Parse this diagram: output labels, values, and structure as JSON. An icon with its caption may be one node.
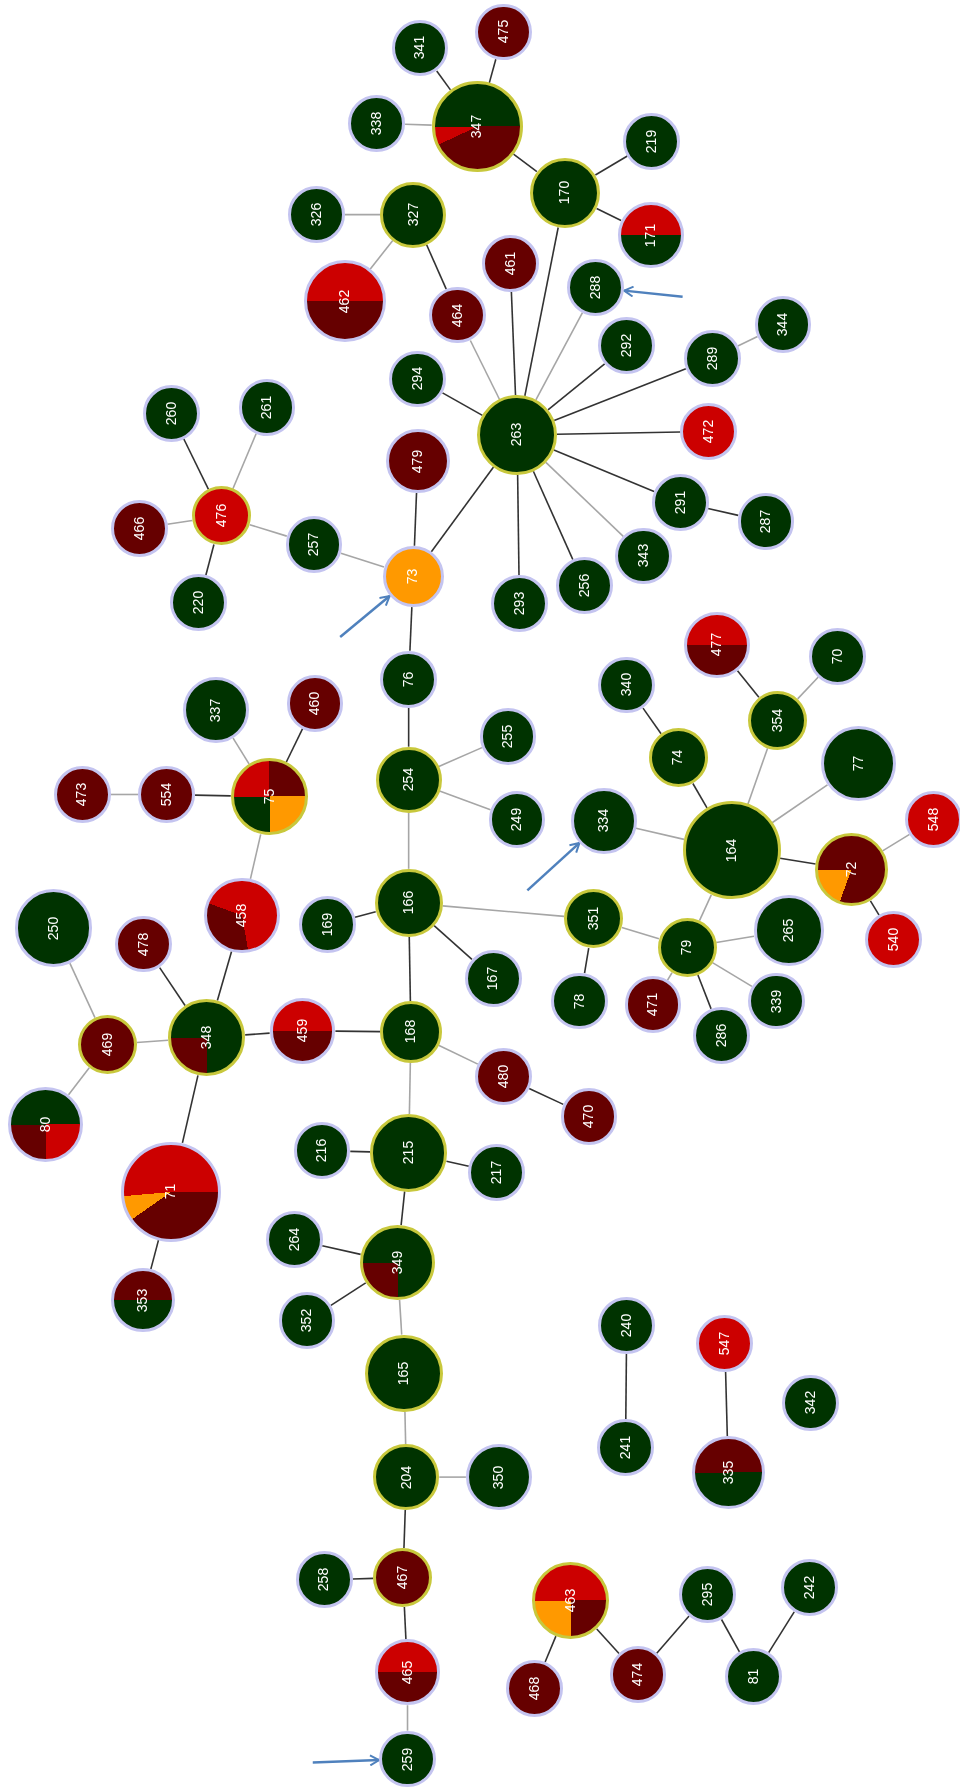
{
  "diagram": {
    "nodes": [
      {
        "text": [
          "341"
        ]
      },
      {
        "text": [
          "475"
        ]
      },
      {
        "text": [
          "338"
        ]
      },
      {
        "text": [
          "347"
        ]
      },
      {
        "text": [
          "219"
        ]
      },
      {
        "text": [
          "170"
        ]
      },
      {
        "text": [
          "171"
        ]
      },
      {
        "text": [
          "326"
        ]
      },
      {
        "text": [
          "327"
        ]
      },
      {
        "text": [
          "462"
        ]
      },
      {
        "text": [
          "461"
        ]
      },
      {
        "text": [
          "288"
        ]
      },
      {
        "text": [
          "464"
        ]
      },
      {
        "text": [
          "292"
        ]
      },
      {
        "text": [
          "289"
        ]
      },
      {
        "text": [
          "344"
        ]
      },
      {
        "text": [
          "294"
        ]
      },
      {
        "text": [
          "263"
        ]
      },
      {
        "text": [
          "472"
        ]
      },
      {
        "text": [
          "260"
        ]
      },
      {
        "text": [
          "261"
        ]
      },
      {
        "text": [
          "476"
        ]
      },
      {
        "text": [
          "466"
        ]
      },
      {
        "text": [
          "479"
        ]
      },
      {
        "text": [
          "291"
        ]
      },
      {
        "text": [
          "287"
        ]
      },
      {
        "text": [
          "257"
        ]
      },
      {
        "text": [
          "73"
        ]
      },
      {
        "text": [
          "220"
        ]
      },
      {
        "text": [
          "343"
        ]
      },
      {
        "text": [
          "293"
        ]
      },
      {
        "text": [
          "256"
        ]
      },
      {
        "text": [
          "477"
        ]
      },
      {
        "text": [
          "340"
        ]
      },
      {
        "text": [
          "70"
        ]
      },
      {
        "text": [
          "76"
        ]
      },
      {
        "text": [
          "337"
        ]
      },
      {
        "text": [
          "460"
        ]
      },
      {
        "text": [
          "354"
        ]
      },
      {
        "text": [
          "74"
        ]
      },
      {
        "text": [
          "77"
        ]
      },
      {
        "text": [
          "255"
        ]
      },
      {
        "text": [
          "473"
        ]
      },
      {
        "text": [
          "554"
        ]
      },
      {
        "text": [
          "75"
        ]
      },
      {
        "text": [
          "254"
        ]
      },
      {
        "text": [
          "334"
        ]
      },
      {
        "text": [
          "249"
        ]
      },
      {
        "text": [
          "164"
        ]
      },
      {
        "text": [
          "548"
        ]
      },
      {
        "text": [
          "72"
        ]
      },
      {
        "text": [
          "250"
        ]
      },
      {
        "text": [
          "478"
        ]
      },
      {
        "text": [
          "458"
        ]
      },
      {
        "text": [
          "169"
        ]
      },
      {
        "text": [
          "166"
        ]
      },
      {
        "text": [
          "351"
        ]
      },
      {
        "text": [
          "265"
        ]
      },
      {
        "text": [
          "540"
        ]
      },
      {
        "text": [
          "79"
        ]
      },
      {
        "text": [
          "167"
        ]
      },
      {
        "text": [
          "469"
        ]
      },
      {
        "text": [
          "348"
        ]
      },
      {
        "text": [
          "459"
        ]
      },
      {
        "text": [
          "168"
        ]
      },
      {
        "text": [
          "78"
        ]
      },
      {
        "text": [
          "339"
        ]
      },
      {
        "text": [
          "471"
        ]
      },
      {
        "text": [
          "286"
        ]
      },
      {
        "text": [
          "80"
        ]
      },
      {
        "text": [
          "480"
        ]
      },
      {
        "text": [
          "470"
        ]
      },
      {
        "text": [
          "71"
        ]
      },
      {
        "text": [
          "216"
        ]
      },
      {
        "text": [
          "215"
        ]
      },
      {
        "text": [
          "217"
        ]
      },
      {
        "text": [
          "264"
        ]
      },
      {
        "text": [
          "349"
        ]
      },
      {
        "text": [
          "352"
        ]
      },
      {
        "text": [
          "353"
        ]
      },
      {
        "text": [
          "165"
        ]
      },
      {
        "text": [
          "240"
        ]
      },
      {
        "text": [
          "547"
        ]
      },
      {
        "text": [
          "342"
        ]
      },
      {
        "text": [
          "241"
        ]
      },
      {
        "text": [
          "335"
        ]
      },
      {
        "text": [
          "204"
        ]
      },
      {
        "text": [
          "350"
        ]
      },
      {
        "text": [
          "258"
        ]
      },
      {
        "text": [
          "467"
        ]
      },
      {
        "text": [
          "463"
        ]
      },
      {
        "text": [
          "295"
        ]
      },
      {
        "text": [
          "242"
        ]
      },
      {
        "text": [
          "468"
        ]
      },
      {
        "text": [
          "474"
        ]
      },
      {
        "text": [
          "81"
        ]
      },
      {
        "text": [
          "465"
        ]
      },
      {
        "text": [
          "259"
        ]
      }
    ],
    "edges": [
      {
        "from": 0,
        "to": 3,
        "arrow": "none"
      },
      {
        "from": 1,
        "to": 3,
        "arrow": "none"
      },
      {
        "from": 2,
        "to": 3,
        "arrow": "none",
        "color": "#a6a6a6"
      },
      {
        "from": 3,
        "to": 5,
        "arrow": "none"
      },
      {
        "from": 4,
        "to": 5,
        "arrow": "none"
      },
      {
        "from": 5,
        "to": 6,
        "arrow": "none"
      },
      {
        "from": 5,
        "to": 17,
        "arrow": "none"
      },
      {
        "from": 7,
        "to": 8,
        "arrow": "none",
        "color": "#a6a6a6"
      },
      {
        "from": 8,
        "to": 9,
        "arrow": "none",
        "color": "#a6a6a6"
      },
      {
        "from": 8,
        "to": 12,
        "arrow": "none"
      },
      {
        "from": 12,
        "to": 17,
        "arrow": "none",
        "color": "#a6a6a6"
      },
      {
        "from": 10,
        "to": 17,
        "arrow": "none"
      },
      {
        "from": 11,
        "to": 17,
        "arrow": "none",
        "color": "#a6a6a6"
      },
      {
        "from": 13,
        "to": 17,
        "arrow": "none"
      },
      {
        "from": 14,
        "to": 17,
        "arrow": "none"
      },
      {
        "from": 15,
        "to": 14,
        "arrow": "none",
        "color": "#a6a6a6"
      },
      {
        "from": 16,
        "to": 17,
        "arrow": "none"
      },
      {
        "from": 18,
        "to": 17,
        "arrow": "none"
      },
      {
        "from": 24,
        "to": 17,
        "arrow": "none"
      },
      {
        "from": 24,
        "to": 25,
        "arrow": "none"
      },
      {
        "from": 29,
        "to": 17,
        "arrow": "none",
        "color": "#a6a6a6"
      },
      {
        "from": 31,
        "to": 17,
        "arrow": "none"
      },
      {
        "from": 30,
        "to": 17,
        "arrow": "none"
      },
      {
        "from": 17,
        "to": 27,
        "arrow": "none"
      },
      {
        "from": 23,
        "to": 27,
        "arrow": "none"
      },
      {
        "from": 26,
        "to": 27,
        "arrow": "none",
        "color": "#a6a6a6"
      },
      {
        "from": 21,
        "to": 26,
        "arrow": "none",
        "color": "#a6a6a6"
      },
      {
        "from": 19,
        "to": 21,
        "arrow": "none"
      },
      {
        "from": 20,
        "to": 21,
        "arrow": "none",
        "color": "#a6a6a6"
      },
      {
        "from": 22,
        "to": 21,
        "arrow": "none",
        "color": "#a6a6a6"
      },
      {
        "from": 28,
        "to": 21,
        "arrow": "none"
      },
      {
        "from": 27,
        "to": 35,
        "arrow": "none"
      },
      {
        "from": 35,
        "to": 45,
        "arrow": "none"
      },
      {
        "from": 45,
        "to": 41,
        "arrow": "none",
        "color": "#a6a6a6"
      },
      {
        "from": 45,
        "to": 47,
        "arrow": "none",
        "color": "#a6a6a6"
      },
      {
        "from": 45,
        "to": 55,
        "arrow": "none",
        "color": "#a6a6a6"
      },
      {
        "from": 55,
        "to": 54,
        "arrow": "none"
      },
      {
        "from": 55,
        "to": 60,
        "arrow": "none"
      },
      {
        "from": 55,
        "to": 56,
        "arrow": "none",
        "color": "#a6a6a6"
      },
      {
        "from": 55,
        "to": 64,
        "arrow": "none"
      },
      {
        "from": 56,
        "to": 65,
        "arrow": "none"
      },
      {
        "from": 56,
        "to": 59,
        "arrow": "none",
        "color": "#a6a6a6"
      },
      {
        "from": 59,
        "to": 48,
        "arrow": "none",
        "color": "#a6a6a6"
      },
      {
        "from": 59,
        "to": 57,
        "arrow": "none",
        "color": "#a6a6a6"
      },
      {
        "from": 59,
        "to": 66,
        "arrow": "none",
        "color": "#a6a6a6"
      },
      {
        "from": 59,
        "to": 68,
        "arrow": "none"
      },
      {
        "from": 59,
        "to": 67,
        "arrow": "none",
        "color": "#a6a6a6"
      },
      {
        "from": 46,
        "to": 48,
        "arrow": "none",
        "color": "#a6a6a6"
      },
      {
        "from": 39,
        "to": 48,
        "arrow": "none"
      },
      {
        "from": 33,
        "to": 39,
        "arrow": "none"
      },
      {
        "from": 38,
        "to": 48,
        "arrow": "none",
        "color": "#a6a6a6"
      },
      {
        "from": 32,
        "to": 38,
        "arrow": "none"
      },
      {
        "from": 34,
        "to": 38,
        "arrow": "none",
        "color": "#a6a6a6"
      },
      {
        "from": 40,
        "to": 48,
        "arrow": "none",
        "color": "#a6a6a6"
      },
      {
        "from": 48,
        "to": 50,
        "arrow": "none"
      },
      {
        "from": 49,
        "to": 50,
        "arrow": "none",
        "color": "#a6a6a6"
      },
      {
        "from": 58,
        "to": 50,
        "arrow": "none"
      },
      {
        "from": 37,
        "to": 44,
        "arrow": "none"
      },
      {
        "from": 36,
        "to": 44,
        "arrow": "none",
        "color": "#a6a6a6"
      },
      {
        "from": 43,
        "to": 44,
        "arrow": "none"
      },
      {
        "from": 42,
        "to": 43,
        "arrow": "none",
        "color": "#a6a6a6"
      },
      {
        "from": 44,
        "to": 53,
        "arrow": "none",
        "color": "#a6a6a6"
      },
      {
        "from": 53,
        "to": 62,
        "arrow": "none"
      },
      {
        "from": 52,
        "to": 62,
        "arrow": "none"
      },
      {
        "from": 61,
        "to": 62,
        "arrow": "none",
        "color": "#a6a6a6"
      },
      {
        "from": 51,
        "to": 61,
        "arrow": "none",
        "color": "#a6a6a6"
      },
      {
        "from": 69,
        "to": 61,
        "arrow": "none",
        "color": "#a6a6a6"
      },
      {
        "from": 62,
        "to": 63,
        "arrow": "none"
      },
      {
        "from": 63,
        "to": 64,
        "arrow": "none"
      },
      {
        "from": 62,
        "to": 72,
        "arrow": "none"
      },
      {
        "from": 72,
        "to": 79,
        "arrow": "none"
      },
      {
        "from": 64,
        "to": 70,
        "arrow": "none",
        "color": "#a6a6a6"
      },
      {
        "from": 70,
        "to": 71,
        "arrow": "none"
      },
      {
        "from": 64,
        "to": 74,
        "arrow": "none",
        "color": "#a6a6a6"
      },
      {
        "from": 73,
        "to": 74,
        "arrow": "none"
      },
      {
        "from": 74,
        "to": 75,
        "arrow": "none"
      },
      {
        "from": 74,
        "to": 77,
        "arrow": "none"
      },
      {
        "from": 76,
        "to": 77,
        "arrow": "none"
      },
      {
        "from": 78,
        "to": 77,
        "arrow": "none"
      },
      {
        "from": 77,
        "to": 80,
        "arrow": "none",
        "color": "#a6a6a6"
      },
      {
        "from": 80,
        "to": 86,
        "arrow": "none",
        "color": "#a6a6a6"
      },
      {
        "from": 86,
        "to": 87,
        "arrow": "none",
        "color": "#a6a6a6"
      },
      {
        "from": 86,
        "to": 89,
        "arrow": "none"
      },
      {
        "from": 88,
        "to": 89,
        "arrow": "none"
      },
      {
        "from": 89,
        "to": 96,
        "arrow": "none"
      },
      {
        "from": 96,
        "to": 97,
        "arrow": "none",
        "color": "#a6a6a6"
      },
      {
        "from": 81,
        "to": 84,
        "arrow": "none"
      },
      {
        "from": 82,
        "to": 85,
        "arrow": "none"
      },
      {
        "from": 90,
        "to": 93,
        "arrow": "none"
      },
      {
        "from": 90,
        "to": 94,
        "arrow": "none"
      },
      {
        "from": 94,
        "to": 91,
        "arrow": "none"
      },
      {
        "from": 91,
        "to": 95,
        "arrow": "none"
      },
      {
        "from": 95,
        "to": 92,
        "arrow": "none"
      },
      {
        "from": null,
        "to": 11,
        "arrow": "to",
        "color": "#4f81bd"
      },
      {
        "from": null,
        "to": 27,
        "arrow": "to",
        "color": "#4f81bd"
      },
      {
        "from": null,
        "to": 46,
        "arrow": "to",
        "color": "#4f81bd"
      },
      {
        "from": null,
        "to": 97,
        "arrow": "to",
        "color": "#4f81bd"
      }
    ]
  }
}
